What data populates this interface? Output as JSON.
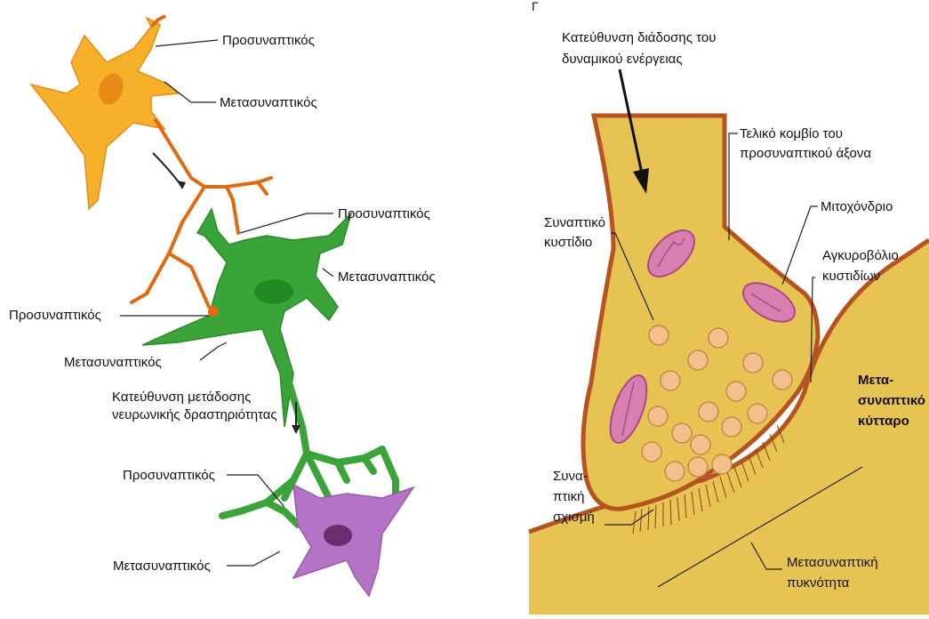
{
  "left_panel": {
    "labels": {
      "l1_pre": "Προσυναπτικός",
      "l1_post": "Μετασυναπτικός",
      "l2_pre": "Προσυναπτικός",
      "l2_post": "Μετασυναπτικός",
      "l3_pre": "Προσυναπτικός",
      "l3_post": "Μετασυναπτικός",
      "l4_pre": "Προσυναπτικός",
      "l4_post": "Μετασυναπτικός",
      "direction_line1": "Κατεύθυνση μετάδοσης",
      "direction_line2": "νευρωνικής δραστηριότητας"
    },
    "colors": {
      "neuron1": "#f7b52b",
      "neuron2": "#3aa43a",
      "neuron3": "#b778c7",
      "axon1": "#e06a14"
    }
  },
  "right_panel": {
    "panel_letter": "Γ",
    "labels": {
      "ap_line1": "Κατεύθυνση διάδοσης του",
      "ap_line2": "δυναμικού ενέργειας",
      "terminal_line1": "Τελικό κομβίο του",
      "terminal_line2": "προσυναπτικού άξονα",
      "mito": "Μιτοχόνδριο",
      "vesicle_line1": "Συναπτικό",
      "vesicle_line2": "κυστίδιο",
      "anchor_line1": "Αγκυροβόλιο",
      "anchor_line2": "κυστιδίων",
      "post_cell_line1": "Μετα-",
      "post_cell_line2": "συναπτικό",
      "post_cell_line3": "κύτταρο",
      "cleft_line1": "Συνα-",
      "cleft_line2": "πτική",
      "cleft_line3": "σχισμή",
      "density_line1": "Μετασυναπτική",
      "density_line2": "πυκνότητα"
    },
    "colors": {
      "cytoplasm": "#e7c353",
      "membrane": "#b5541f",
      "mitochondria": "#d97fb0",
      "vesicle": "#f2c08a"
    }
  }
}
